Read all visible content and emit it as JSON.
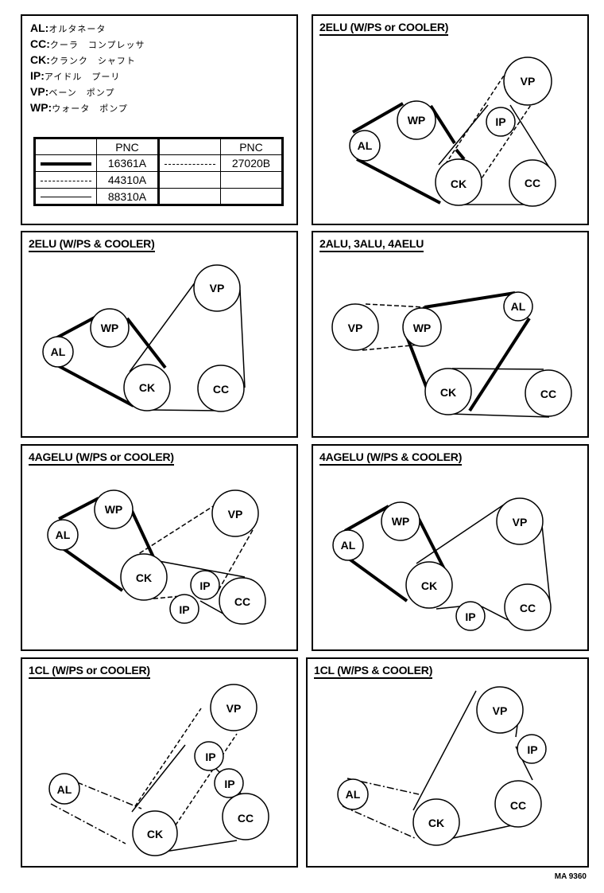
{
  "legend": {
    "abbreviations": [
      {
        "abbr": "AL:",
        "name": "オルタネータ"
      },
      {
        "abbr": "CC:",
        "name": "クーラ　コンプレッサ"
      },
      {
        "abbr": "CK:",
        "name": "クランク　シャフト"
      },
      {
        "abbr": "IP:",
        "name": "アイドル　プーリ"
      },
      {
        "abbr": "VP:",
        "name": "ベーン　ポンプ"
      },
      {
        "abbr": "WP:",
        "name": "ウォータ　ポンプ"
      }
    ],
    "pnc_table": {
      "header_left": "PNC",
      "header_right": "PNC",
      "rows": [
        {
          "line_left": "thick-solid",
          "pnc_left": "16361A",
          "line_right": "long-dash",
          "pnc_right": "27020B"
        },
        {
          "line_left": "short-dash",
          "pnc_left": "44310A",
          "line_right": "",
          "pnc_right": ""
        },
        {
          "line_left": "thin-solid",
          "pnc_left": "88310A",
          "line_right": "",
          "pnc_right": ""
        }
      ]
    }
  },
  "panels": [
    {
      "title": "2ELU (W/PS or COOLER)"
    },
    {
      "title": "2ELU (W/PS & COOLER)"
    },
    {
      "title": "2ALU, 3ALU, 4AELU"
    },
    {
      "title": "4AGELU (W/PS or COOLER)"
    },
    {
      "title": "4AGELU (W/PS & COOLER)"
    },
    {
      "title": "1CL (W/PS or COOLER)"
    },
    {
      "title": "1CL (W/PS & COOLER)"
    }
  ],
  "pulley_labels": {
    "AL": "AL",
    "WP": "WP",
    "CK": "CK",
    "CC": "CC",
    "VP": "VP",
    "IP": "IP"
  },
  "figure_code": "MA 9360"
}
